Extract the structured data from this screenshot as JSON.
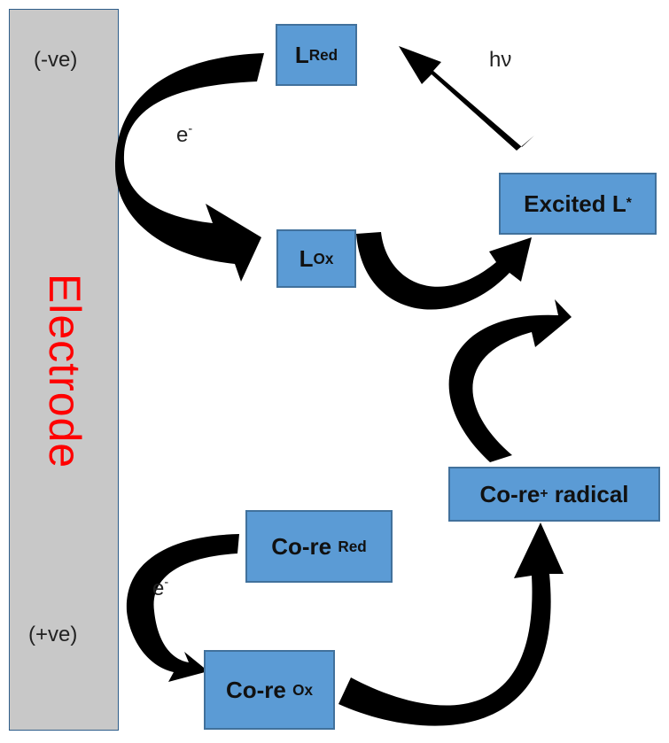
{
  "electrode": {
    "label": "Electrode",
    "label_color": "#ff0000",
    "negative_label": "(-ve)",
    "positive_label": "(+ve)"
  },
  "boxes": {
    "l_red": {
      "main": "L",
      "sub": "Red"
    },
    "l_ox": {
      "main": "L",
      "sub": "Ox"
    },
    "excited": {
      "main": "Excited L",
      "sup": "*"
    },
    "radical": {
      "main": "Co-re",
      "sup": "+",
      "tail": " radical"
    },
    "core_red": {
      "main": "Co-re ",
      "sub": "Red"
    },
    "core_ox": {
      "main": "Co-re ",
      "sub": "Ox"
    }
  },
  "labels": {
    "electron_top": {
      "main": "e",
      "sup": "-"
    },
    "electron_bottom": {
      "main": "e",
      "sup": "-"
    },
    "photon": "hν"
  },
  "colors": {
    "box_fill": "#5b9bd5",
    "box_border": "#41719c",
    "electrode_fill": "#c8c8c8",
    "arrow": "#000000"
  }
}
